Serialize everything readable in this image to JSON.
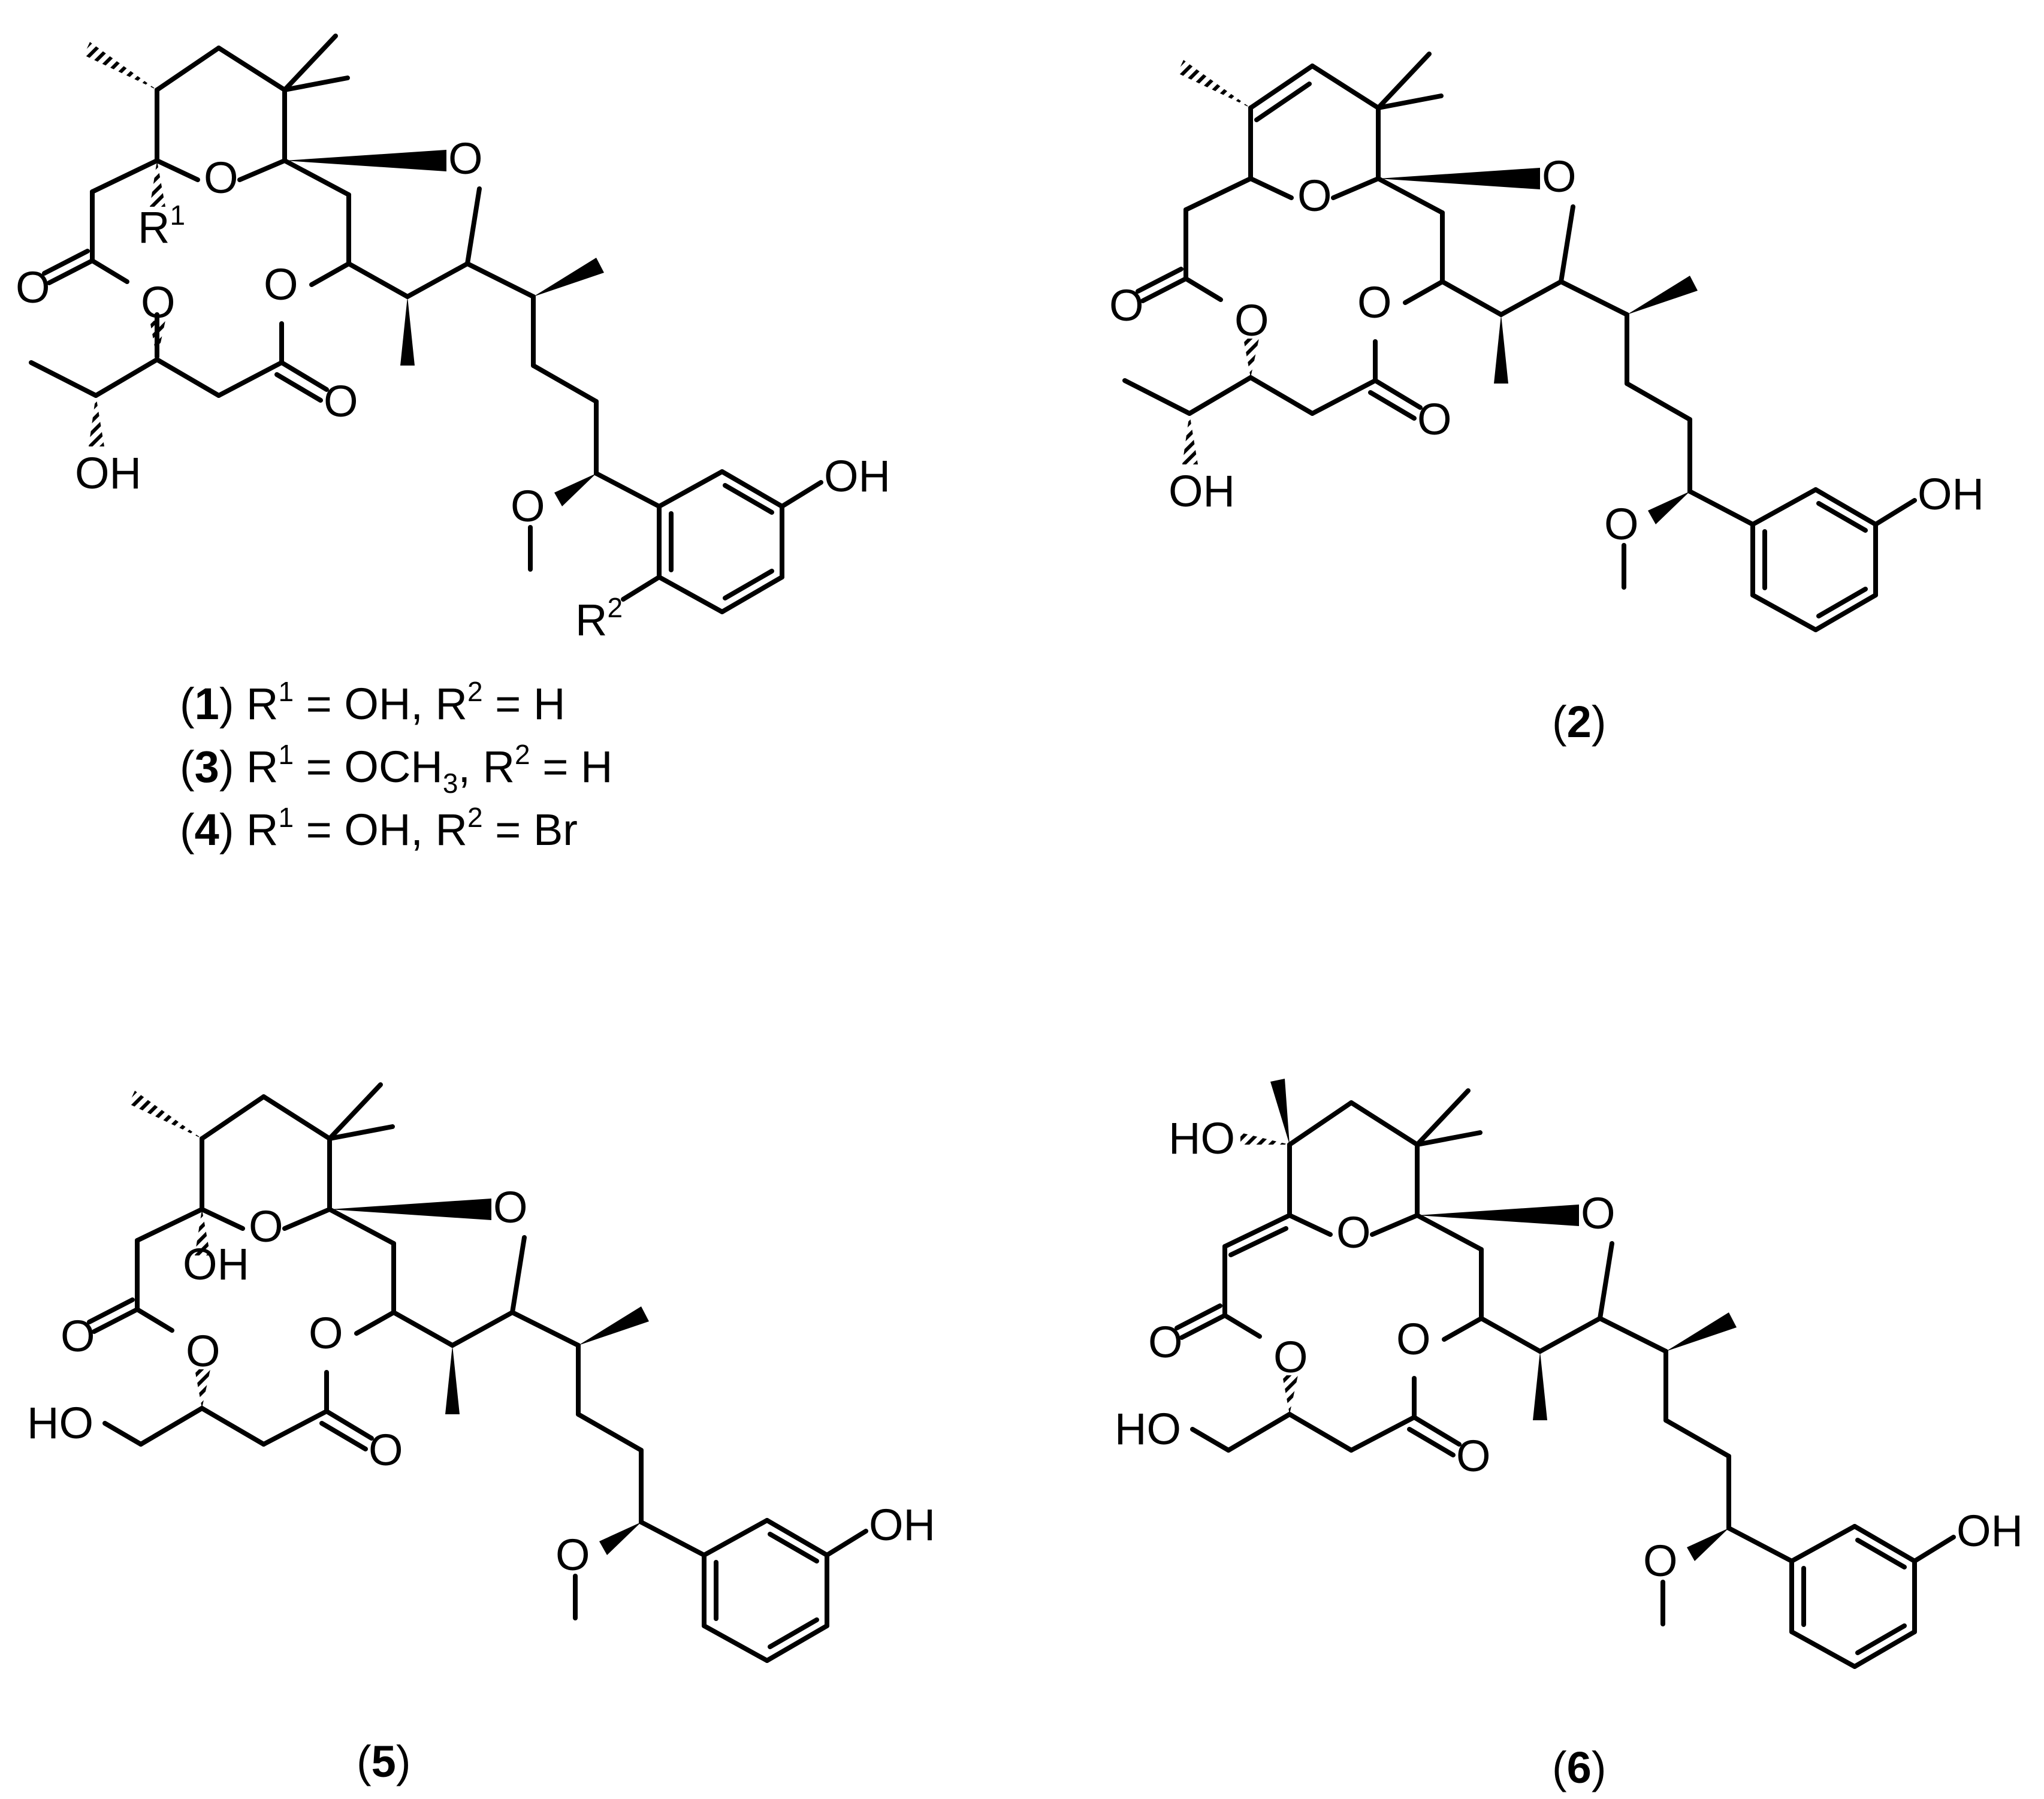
{
  "figure": {
    "structures": [
      {
        "id": "A",
        "compound_numbers": [
          "1",
          "3",
          "4"
        ],
        "atoms": [
          "O",
          "O",
          "O",
          "O",
          "O",
          "OH",
          "OH",
          "R1",
          "R2"
        ],
        "caption_lines": [
          {
            "num": "1",
            "r1": "OH",
            "r2": "H"
          },
          {
            "num": "3",
            "r1": "OCH3",
            "r2": "H"
          },
          {
            "num": "4",
            "r1": "OH",
            "r2": "Br"
          }
        ]
      },
      {
        "id": "B",
        "compound_numbers": [
          "2"
        ],
        "atoms": [
          "O",
          "O",
          "O",
          "O",
          "O",
          "OH",
          "OH"
        ]
      },
      {
        "id": "C",
        "compound_numbers": [
          "5"
        ],
        "atoms": [
          "O",
          "O",
          "O",
          "O",
          "O",
          "OH",
          "HO",
          "OH"
        ]
      },
      {
        "id": "D",
        "compound_numbers": [
          "6"
        ],
        "atoms": [
          "O",
          "O",
          "O",
          "O",
          "O",
          "HO",
          "HO",
          "OH"
        ]
      }
    ],
    "labels": {
      "O": "O",
      "OH": "OH",
      "HO": "HO",
      "R": "R",
      "one_sup": "1",
      "two_sup": "2",
      "Br": "Br",
      "H": "H",
      "OCH": "OCH",
      "three_sub": "3",
      "eq": "=",
      "comma": ",",
      "open_paren": "(",
      "close_paren": ")"
    }
  }
}
